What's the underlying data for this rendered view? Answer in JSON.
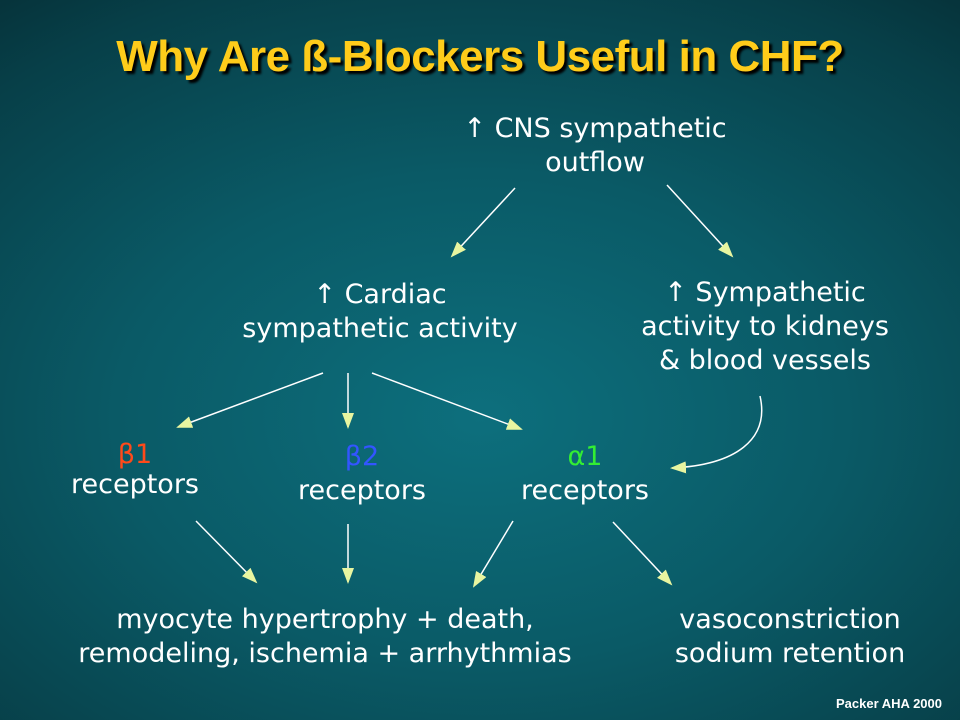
{
  "title": "Why Are ß-Blockers Useful in CHF?",
  "nodes": {
    "cns": {
      "line1": "↑ CNS sympathetic",
      "line2": "outflow"
    },
    "cardiac": {
      "line1": "↑ Cardiac",
      "line2": "sympathetic activity"
    },
    "sympathetic_kidneys": {
      "line1": "↑ Sympathetic",
      "line2": "activity to kidneys",
      "line3": "& blood vessels"
    },
    "beta1": {
      "symbol": "β1",
      "label": "receptors",
      "color": "#ff4a1a"
    },
    "beta2": {
      "symbol": "β2",
      "label": "receptors",
      "color": "#3355ff"
    },
    "alpha1": {
      "symbol": "α1",
      "label": "receptors",
      "color": "#33ee33"
    },
    "myocyte": {
      "line1": "myocyte hypertrophy + death,",
      "line2": "remodeling, ischemia + arrhythmias"
    },
    "vaso": {
      "line1": "vasoconstriction",
      "line2": "sodium retention"
    }
  },
  "footer": "Packer AHA 2000",
  "colors": {
    "title": "#ffcc1a",
    "arrowhead": "#e8f5a0",
    "background": "#0a5a66"
  }
}
